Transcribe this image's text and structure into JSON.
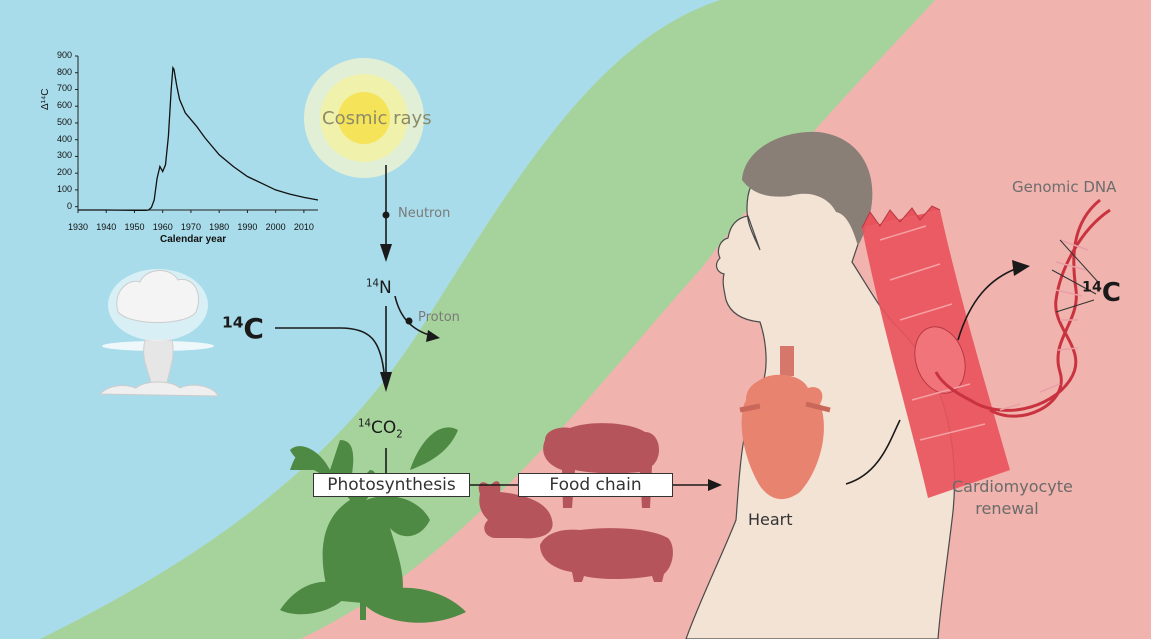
{
  "labels": {
    "cosmic_rays": "Cosmic rays",
    "neutron": "Neutron",
    "proton": "Proton",
    "n14_sup": "14",
    "n14_sym": "N",
    "c14_sup": "14",
    "c14_sym": "C",
    "co2_sup": "14",
    "co2_sym": "CO",
    "co2_sub": "2",
    "photosynthesis": "Photosynthesis",
    "food_chain": "Food chain",
    "heart": "Heart",
    "genomic_dna": "Genomic DNA",
    "dna_c14_sup": "14",
    "dna_c14_sym": "C",
    "cardio_line1": "Cardiomyocyte",
    "cardio_line2": "renewal"
  },
  "colors": {
    "sky": "#a9dcea",
    "plant_band": "#a6d39c",
    "animal_band": "#f0b3ad",
    "skin": "#f3e3d5",
    "hair": "#8a7f77",
    "plant": "#4f8a45",
    "animals": "#b5545a",
    "heart": "#e8836f",
    "cell": "#e9545c",
    "sun_core": "#f5e35a"
  },
  "chart_data": {
    "type": "line",
    "xlabel": "Calendar year",
    "ylabel": "Δ¹⁴C",
    "x_ticks": [
      "1930",
      "1940",
      "1950",
      "1960",
      "1970",
      "1980",
      "1990",
      "2000",
      "2010"
    ],
    "y_ticks": [
      "0",
      "100",
      "200",
      "300",
      "400",
      "500",
      "600",
      "700",
      "800",
      "900"
    ],
    "xlim": [
      1930,
      2015
    ],
    "ylim": [
      -20,
      900
    ],
    "series": [
      {
        "x": [
          1930,
          1940,
          1950,
          1954,
          1955,
          1956,
          1957,
          1958,
          1959,
          1960,
          1961,
          1962,
          1963,
          1963.6,
          1964,
          1965,
          1966,
          1967,
          1968,
          1970,
          1972,
          1975,
          1980,
          1985,
          1990,
          1995,
          2000,
          2005,
          2010,
          2015
        ],
        "values": [
          -20,
          -20,
          -22,
          -22,
          -20,
          -5,
          40,
          170,
          240,
          210,
          250,
          420,
          700,
          830,
          820,
          720,
          640,
          600,
          560,
          520,
          480,
          410,
          310,
          240,
          180,
          140,
          100,
          75,
          55,
          40
        ]
      }
    ]
  }
}
